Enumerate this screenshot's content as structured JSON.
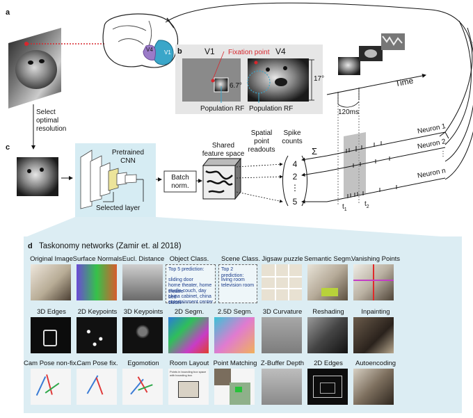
{
  "panel_labels": {
    "a": "a",
    "b": "b",
    "c": "c",
    "d": "d"
  },
  "panel_a": {
    "select_text": [
      "Select",
      "optimal",
      "resolution"
    ],
    "v1": "V1",
    "v4": "V4"
  },
  "panel_b": {
    "title_v1": "V1",
    "title_v4": "V4",
    "fixation_point": "Fixation point",
    "rf_size": "6.7°",
    "field_size": "17°",
    "population_rf_1": "Population RF",
    "population_rf_2": "Population RF"
  },
  "timeline": {
    "time": "Time",
    "interval": "120ms",
    "t1": "t",
    "t1_sub": "1",
    "t2": "t",
    "t2_sub": "2"
  },
  "panel_c": {
    "pretrained": [
      "Pretrained",
      "CNN"
    ],
    "selected_layer": "Selected layer",
    "batch_norm": [
      "Batch",
      "norm."
    ],
    "shared_feature": [
      "Shared",
      "feature space"
    ],
    "spatial_readouts": [
      "Spatial",
      "point",
      "readouts"
    ],
    "spike_counts": [
      "Spike",
      "counts"
    ],
    "counts": [
      "4",
      "2",
      "⋮",
      "5"
    ],
    "sigma": "Σ",
    "neurons": [
      "Neuron 1",
      "Neuron 2",
      "⋮",
      "Neuron n"
    ]
  },
  "panel_d": {
    "title": "Taskonomy networks (Zamir et. al 2018)",
    "row1": [
      "Original Image",
      "Surface Normals",
      "Eucl. Distance",
      "Object Class.",
      "Scene  Class.",
      "Jigsaw puzzle",
      "Semantic Segm.",
      "Vanishing Points"
    ],
    "row2": [
      "3D Edges",
      "2D Keypoints",
      "3D Keypoints",
      "2D Segm.",
      "2.5D Segm.",
      "3D Curvature",
      "Reshading",
      "Inpainting"
    ],
    "row3": [
      "Cam Pose non-fix.",
      "Cam Pose fix.",
      "Egomotion",
      "Room Layout",
      "Point Matching",
      "Z-Buffer Depth",
      "2D Edges",
      "Autoencoding"
    ],
    "object_box": {
      "heading": "Top 5 prediction:",
      "lines": [
        "sliding door",
        "home theater, home theatre",
        "studio couch, day bed",
        "china cabinet, china closet",
        "entertainment center"
      ]
    },
    "scene_box": {
      "heading": "Top 2 prediction:",
      "lines": [
        "living room",
        "television room"
      ]
    },
    "room_layout_caption": "Points in bounding box space with bounding box"
  }
}
